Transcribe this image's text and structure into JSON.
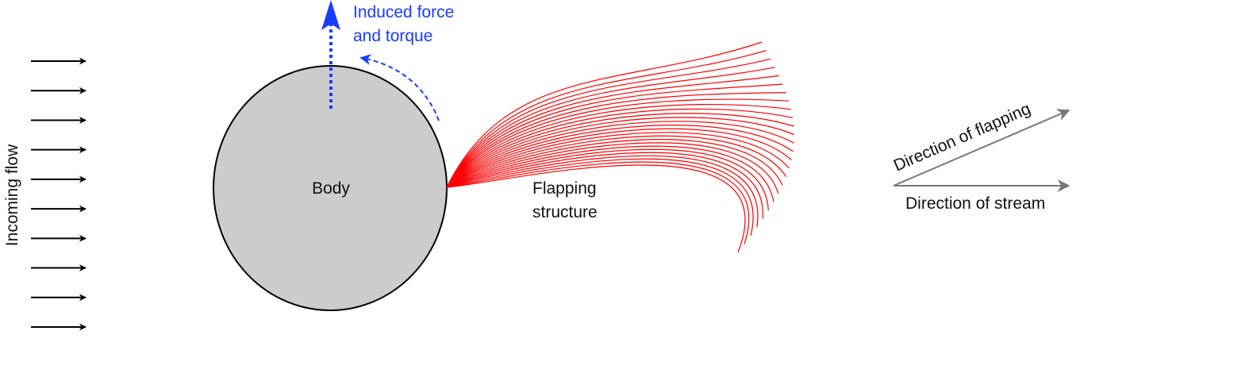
{
  "diagram": {
    "incoming_flow_label": "Incoming flow",
    "body_label": "Body",
    "induced_label_line1": "Induced force",
    "induced_label_line2": "and torque",
    "flapping_label_line1": "Flapping",
    "flapping_label_line2": "structure",
    "direction_flapping_label": "Direction of flapping",
    "direction_stream_label": "Direction of stream",
    "incoming_arrow_count": 10
  },
  "colors": {
    "body_fill": "#cccccc",
    "outline": "#000000",
    "induced_blue": "#1a3cff",
    "flapping_red": "#ff0000",
    "direction_arrow_gray": "#777777"
  }
}
